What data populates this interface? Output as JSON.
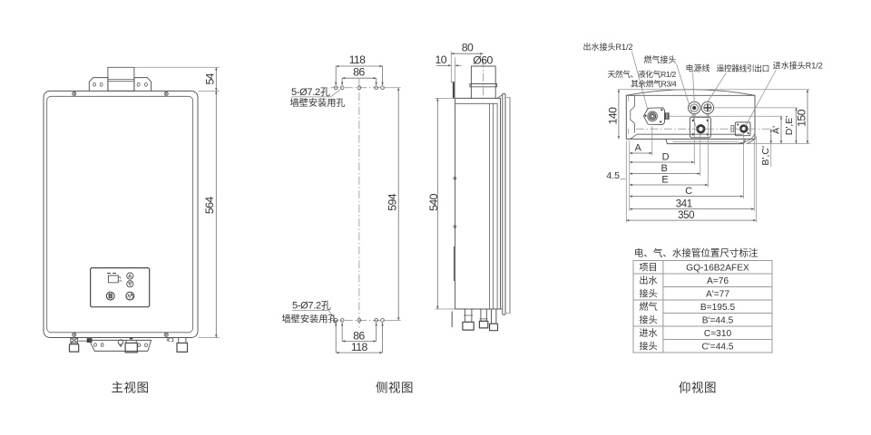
{
  "colors": {
    "ink": "#4d4d4d",
    "light_line": "#8f8f8f",
    "text": "#333333",
    "background": "#ffffff"
  },
  "front_view": {
    "caption": "主视图",
    "dim_bracket_height": "54",
    "dim_body_height": "564"
  },
  "mounting": {
    "hole_note": "5-Ø7.2孔",
    "hole_note_sub": "墙壁安装用孔",
    "dim_top_outer": "118",
    "dim_top_inner": "86",
    "dim_bottom_inner": "86",
    "dim_bottom_outer": "118",
    "dim_height": "594"
  },
  "side_view": {
    "caption": "侧视图",
    "dim_wall_to_flue": "80",
    "dim_bracket_gap": "10",
    "dim_flue_diameter": "Ø60",
    "dim_body_height": "540"
  },
  "bottom_view": {
    "caption": "仰视图",
    "labels": {
      "outlet": "出水接头R1/2",
      "gas": "燃气接头",
      "gas_type_a": "天然气、液化气R1/2",
      "gas_type_b": "其余燃气R3/4",
      "power_cord": "电源线",
      "remote_outlet": "遥控器线引出口",
      "inlet": "进水接头R1/2"
    },
    "dims": {
      "depth_left": "140",
      "depth_right": "150",
      "edge_offset": "4.5",
      "a": "A",
      "d": "D",
      "b": "B",
      "e": "E",
      "c": "C",
      "width_inner": "341",
      "width_outer": "350",
      "a_prime": "A'",
      "de_prime": "D',E'",
      "bc_prime": "B',C'"
    }
  },
  "table": {
    "title": "电、气、水接管位置尺寸标注",
    "columns": [
      "项目",
      "GQ-16B2AFEX"
    ],
    "groups": [
      {
        "name": [
          "出水",
          "接头"
        ],
        "values": [
          "A=76",
          "A'=77"
        ]
      },
      {
        "name": [
          "燃气",
          "接头"
        ],
        "values": [
          "B=195.5",
          "B'=44.5"
        ]
      },
      {
        "name": [
          "进水",
          "接头"
        ],
        "values": [
          "C=310",
          "C'=44.5"
        ]
      }
    ]
  }
}
